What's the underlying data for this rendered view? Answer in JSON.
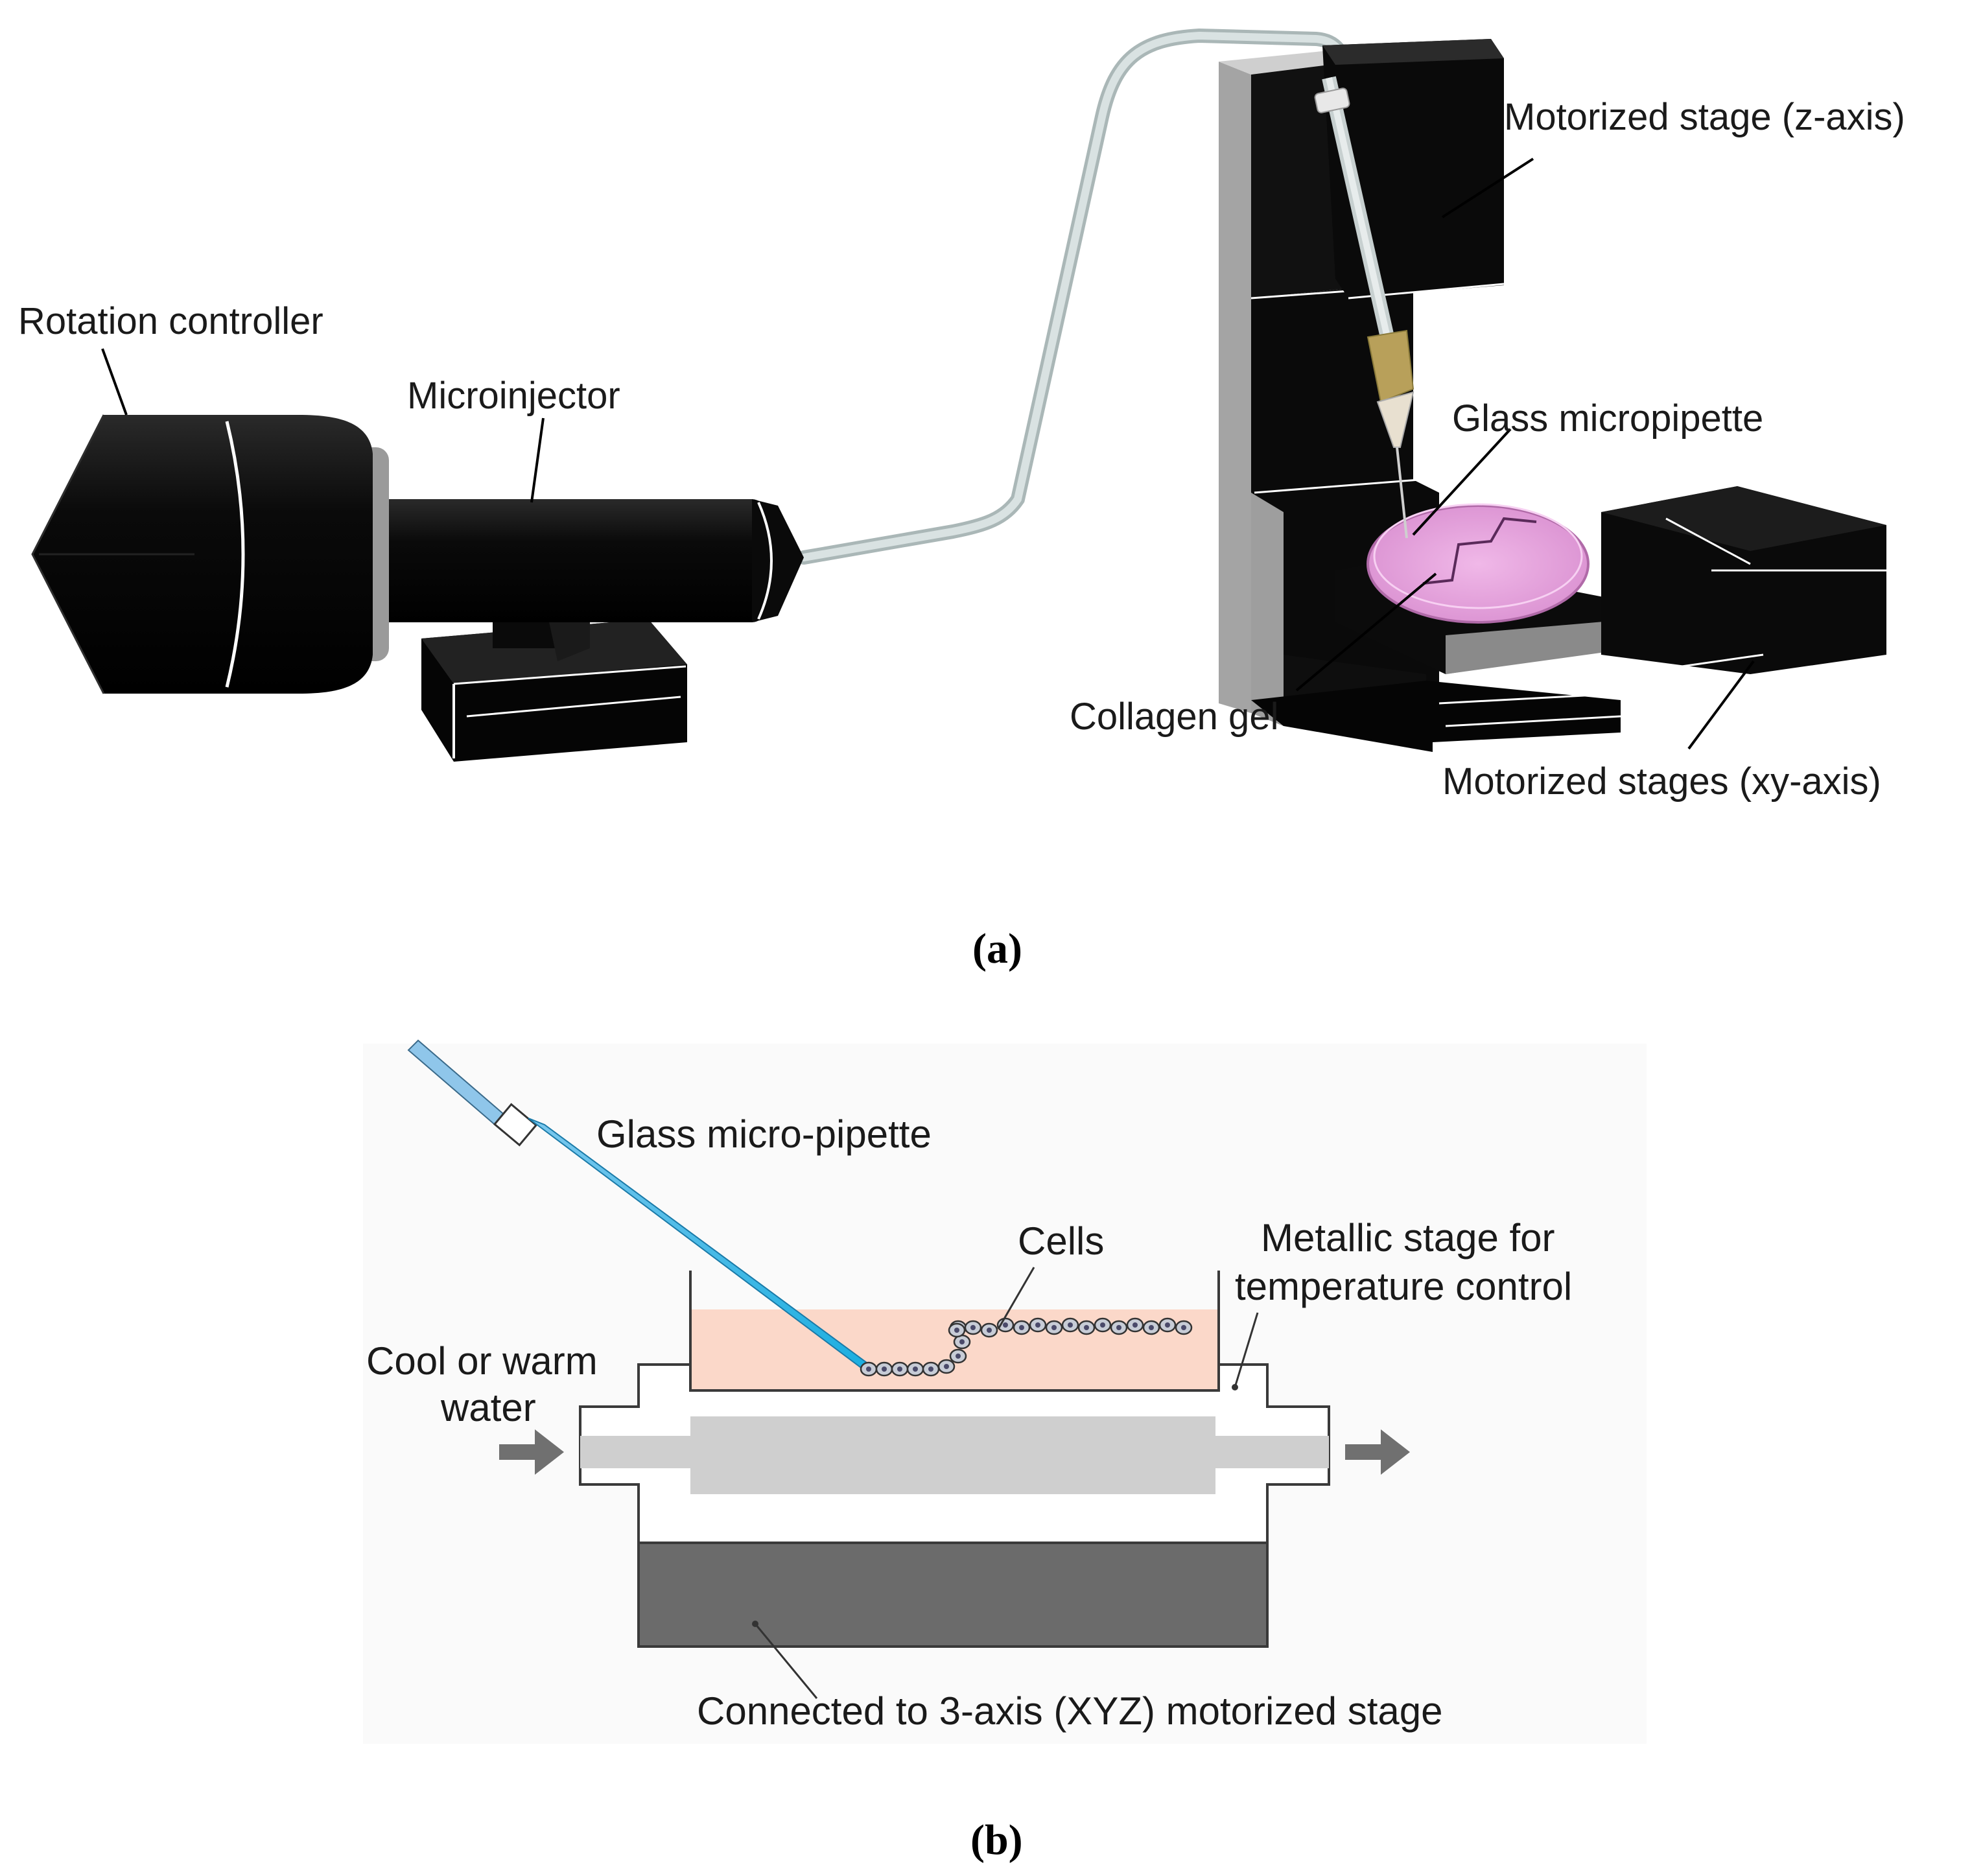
{
  "panel_a": {
    "caption": "(a)",
    "labels": {
      "rotation_controller": "Rotation controller",
      "microinjector": "Microinjector",
      "motorized_stage_z": "Motorized stage (z-axis)",
      "glass_micropipette": "Glass micropipette",
      "collagen_gel": "Collagen gel",
      "motorized_stages_xy": "Motorized stages (xy-axis)"
    }
  },
  "panel_b": {
    "caption": "(b)",
    "labels": {
      "glass_micro_pipette": "Glass micro-pipette",
      "cells": "Cells",
      "metallic_stage_line1": "Metallic stage for",
      "metallic_stage_line2": "temperature control",
      "water_line1": "Cool or warm",
      "water_line2": "water",
      "connected": "Connected to 3-axis (XYZ) motorized stage"
    }
  },
  "colors": {
    "device_black": "#0c0c0c",
    "tube_gray": "#c8d2d2",
    "gel_pink": "#e6a6dc",
    "pipette_blue": "#1aaee0",
    "medium_peach": "#fbd8c9",
    "stage_dark": "#6b6b6b",
    "channel_gray": "#cfcfcf"
  }
}
